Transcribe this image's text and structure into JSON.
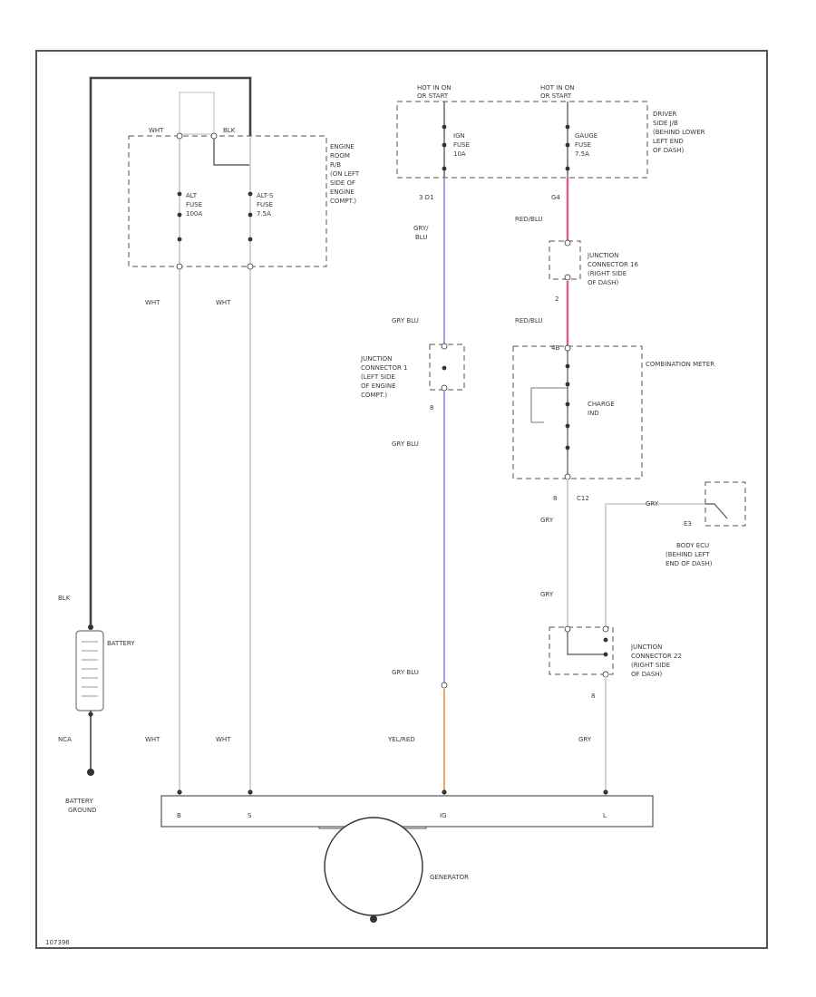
{
  "colors": {
    "wire_default": "#c8c8c8",
    "wire_grn_blu": "#9da0e6",
    "wire_red_blu": "#e05a8a",
    "wire_yel_red": "#f0a860",
    "wire_blk": "#444444"
  },
  "fuse_box_engine": {
    "in_left": "WHT",
    "in_right": "BLK",
    "fuse1": [
      "ALT",
      "FUSE",
      "100A"
    ],
    "fuse2": [
      "ALT-S",
      "FUSE",
      "7.5A"
    ],
    "label": [
      "ENGINE",
      "ROOM",
      "R/B",
      "(ON LEFT",
      "SIDE OF",
      "ENGINE",
      "COMPT.)"
    ]
  },
  "jb_driver": {
    "hot_left": [
      "HOT IN ON",
      "OR START"
    ],
    "hot_right": [
      "HOT IN ON",
      "OR START"
    ],
    "fuse1": [
      "IGN",
      "FUSE",
      "10A"
    ],
    "fuse2": [
      "GAUGE",
      "FUSE",
      "7.5A"
    ],
    "label": [
      "DRIVER",
      "SIDE J/B",
      "(BEHIND LOWER",
      "LEFT END",
      "OF DASH)"
    ]
  },
  "wires": {
    "wht_1": "WHT",
    "wht_2": "WHT",
    "wht_3": "WHT",
    "wht_4": "WHT",
    "blk": "BLK",
    "nca": "NCA",
    "pin_3i": "3 D1",
    "grn_blu_1": [
      "GRY/",
      "BLU"
    ],
    "grn_blu_2": "GRY BLU",
    "grn_blu_3": "GRY BLU",
    "grn_blu_4": "GRY BLU",
    "yel_red": "YEL/RED",
    "pin_gauge": "G4",
    "red_blu_1": "RED/BLU",
    "pin_jc16": "2",
    "red_blu_2": "RED/BLU",
    "pin_meter_in": "4B",
    "pin_meter_out": "8",
    "pin_c12": "C12",
    "gry_1": "GRY",
    "gry_2": "GRY",
    "gry_3": "GRY",
    "gry_ecu": "GRY",
    "pin_e3": "E3",
    "pin_jc22": "8",
    "pin_jc1": "8"
  },
  "connectors": {
    "jc1": [
      "JUNCTION",
      "CONNECTOR 1",
      "(LEFT SIDE",
      "OF ENGINE",
      "COMPT.)"
    ],
    "jc16": [
      "JUNCTION",
      "CONNECTOR 16",
      "(RIGHT SIDE",
      "OF DASH)"
    ],
    "jc22": [
      "JUNCTION",
      "CONNECTOR 22",
      "(RIGHT SIDE",
      "OF DASH)"
    ]
  },
  "meter": {
    "label": "COMBINATION METER",
    "ind": [
      "CHARGE",
      "IND"
    ]
  },
  "body_ecu": [
    "BODY ECU",
    "(BEHIND LEFT",
    "END OF DASH)"
  ],
  "battery": {
    "label": "BATTERY",
    "ground": [
      "BATTERY",
      "GROUND"
    ]
  },
  "generator": {
    "label": "GENERATOR",
    "term_b": "B",
    "term_s": "S",
    "term_ig": "IG",
    "term_l": "L"
  },
  "footer": "107396"
}
